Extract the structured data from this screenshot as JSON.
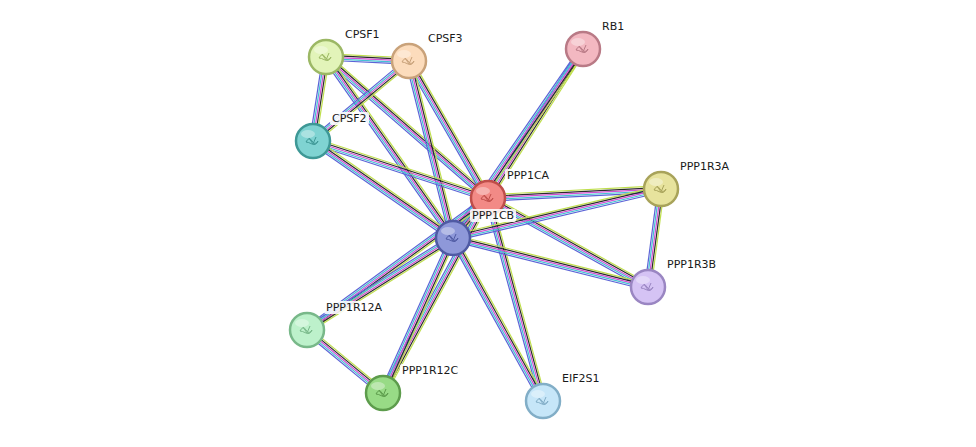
{
  "diagram": {
    "nodes": [
      {
        "text": [
          "CPSF1"
        ]
      },
      {
        "text": [
          "CPSF3"
        ]
      },
      {
        "text": [
          "RB1"
        ]
      },
      {
        "text": [
          "CPSF2"
        ]
      },
      {
        "text": [
          "PPP1CA"
        ]
      },
      {
        "text": [
          "PPP1R3A"
        ]
      },
      {
        "text": [
          "PPP1CB"
        ]
      },
      {
        "text": [
          "PPP1R3B"
        ]
      },
      {
        "text": [
          "PPP1R12A"
        ]
      },
      {
        "text": [
          "PPP1R12C"
        ]
      },
      {
        "text": [
          "EIF2S1"
        ]
      }
    ],
    "edges": [
      {
        "from": 0,
        "to": 1,
        "arrow": "none"
      },
      {
        "from": 0,
        "to": 3,
        "arrow": "none"
      },
      {
        "from": 0,
        "to": 4,
        "arrow": "none"
      },
      {
        "from": 0,
        "to": 6,
        "arrow": "none"
      },
      {
        "from": 1,
        "to": 3,
        "arrow": "none"
      },
      {
        "from": 1,
        "to": 4,
        "arrow": "none"
      },
      {
        "from": 1,
        "to": 6,
        "arrow": "none"
      },
      {
        "from": 3,
        "to": 4,
        "arrow": "none"
      },
      {
        "from": 3,
        "to": 6,
        "arrow": "none"
      },
      {
        "from": 2,
        "to": 4,
        "arrow": "none"
      },
      {
        "from": 2,
        "to": 6,
        "arrow": "none"
      },
      {
        "from": 4,
        "to": 6,
        "arrow": "none"
      },
      {
        "from": 4,
        "to": 5,
        "arrow": "none"
      },
      {
        "from": 4,
        "to": 7,
        "arrow": "none"
      },
      {
        "from": 4,
        "to": 10,
        "arrow": "none"
      },
      {
        "from": 4,
        "to": 8,
        "arrow": "none"
      },
      {
        "from": 4,
        "to": 9,
        "arrow": "none"
      },
      {
        "from": 6,
        "to": 5,
        "arrow": "none"
      },
      {
        "from": 6,
        "to": 7,
        "arrow": "none"
      },
      {
        "from": 6,
        "to": 8,
        "arrow": "none"
      },
      {
        "from": 6,
        "to": 9,
        "arrow": "none"
      },
      {
        "from": 6,
        "to": 10,
        "arrow": "none"
      },
      {
        "from": 5,
        "to": 7,
        "arrow": "none"
      },
      {
        "from": 8,
        "to": 9,
        "arrow": "none"
      }
    ]
  }
}
